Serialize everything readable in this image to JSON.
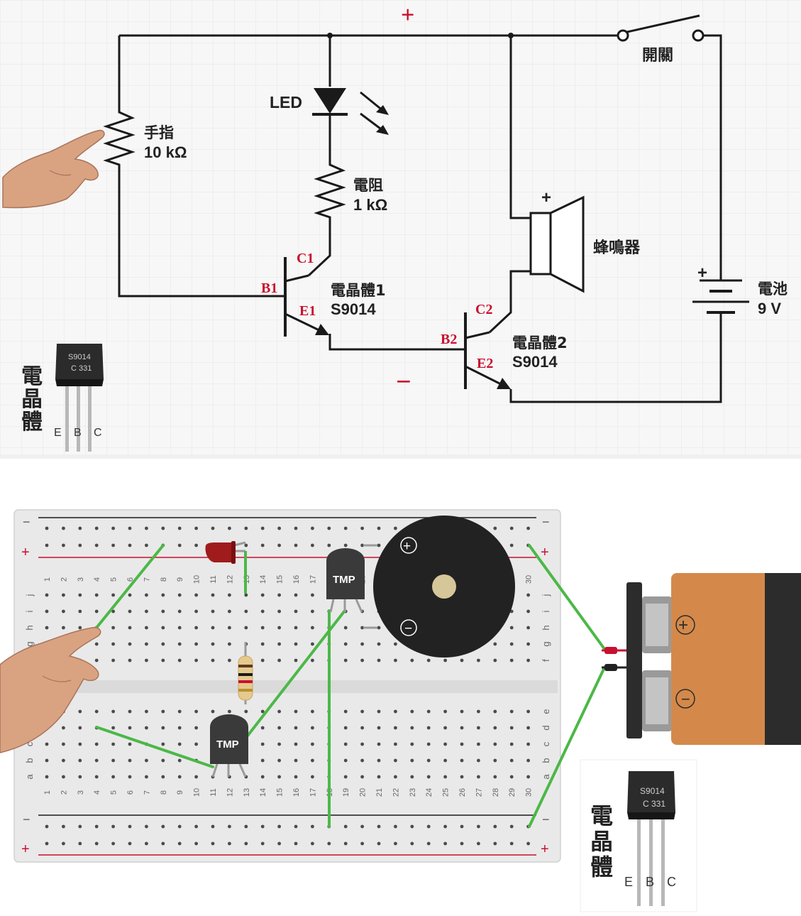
{
  "schematic": {
    "plus_sign": "+",
    "minus_sign": "−",
    "switch_label": "開關",
    "finger_label": "手指",
    "finger_value": "10 kΩ",
    "led_label": "LED",
    "resistor_label": "電阻",
    "resistor_value": "1 kΩ",
    "buzzer_label": "蜂鳴器",
    "buzzer_plus": "+",
    "battery_plus": "+",
    "battery_label": "電池",
    "battery_value": "9 V",
    "q1_label": "電晶體1",
    "q1_model": "S9014",
    "q1_c": "C1",
    "q1_b": "B1",
    "q1_e": "E1",
    "q2_label": "電晶體2",
    "q2_model": "S9014",
    "q2_c": "C2",
    "q2_b": "B2",
    "q2_e": "E2",
    "photo_label_chars": [
      "電",
      "晶",
      "體"
    ],
    "photo_pins": [
      "E",
      "B",
      "C"
    ],
    "photo_marking": [
      "S9014",
      "C 331"
    ]
  },
  "breadboard": {
    "rail_minus": "−",
    "rail_plus": "+",
    "row_letters_top": [
      "j",
      "i",
      "h",
      "g",
      "f"
    ],
    "row_letters_bottom": [
      "e",
      "d",
      "c",
      "b",
      "a"
    ],
    "column_numbers": [
      "1",
      "2",
      "3",
      "4",
      "5",
      "6",
      "7",
      "8",
      "9",
      "10",
      "11",
      "12",
      "13",
      "14",
      "15",
      "16",
      "17",
      "18",
      "19",
      "20",
      "21",
      "22",
      "23",
      "24",
      "25",
      "26",
      "27",
      "28",
      "29",
      "30"
    ],
    "transistor_1_label": "TMP",
    "transistor_2_label": "TMP",
    "buzzer_plus": "+",
    "buzzer_minus": "−",
    "battery_plus": "+",
    "battery_minus": "−",
    "photo_label_chars": [
      "電",
      "晶",
      "體"
    ],
    "photo_pins": [
      "E",
      "B",
      "C"
    ],
    "photo_marking": [
      "S9014",
      "C 331"
    ]
  },
  "colors": {
    "wire": "#1a1a1a",
    "red_label": "#c8102e",
    "jumper": "#4cb848",
    "board": "#e9e9e9",
    "battery_body": "#d4894a"
  }
}
